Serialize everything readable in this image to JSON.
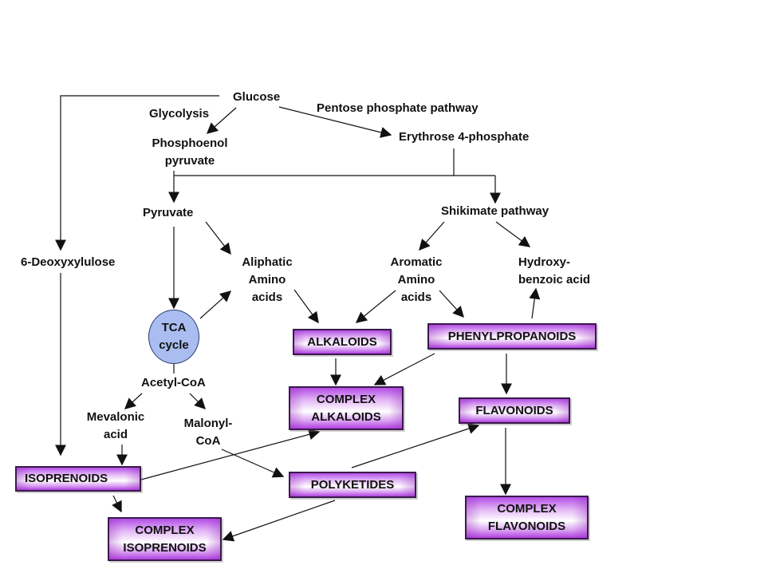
{
  "colors": {
    "box_purple": "#b040e0",
    "box_border": "#3a1a4a",
    "tca_fill": "#a9bdf0",
    "line": "#111111"
  },
  "labels": {
    "glucose": "Glucose",
    "glycolysis": "Glycolysis",
    "pentose": "Pentose phosphate pathway",
    "pep_1": "Phosphoenol",
    "pep_2": "pyruvate",
    "erythrose": "Erythrose 4-phosphate",
    "pyruvate": "Pyruvate",
    "shikimate": "Shikimate pathway",
    "deoxyxylulose": "6-Deoxyxylulose",
    "aliphatic_1": "Aliphatic",
    "aliphatic_2": "Amino",
    "aliphatic_3": "acids",
    "aromatic_1": "Aromatic",
    "aromatic_2": "Amino",
    "aromatic_3": "acids",
    "hydroxy_1": "Hydroxy-",
    "hydroxy_2": "benzoic acid",
    "tca_1": "TCA",
    "tca_2": "cycle",
    "acetyl": "Acetyl-CoA",
    "mevalonic_1": "Mevalonic",
    "mevalonic_2": "acid",
    "malonyl_1": "Malonyl-",
    "malonyl_2": "CoA"
  },
  "boxes": {
    "alkaloids": "ALKALOIDS",
    "phenylpropanoids": "PHENYLPROPANOIDS",
    "complex_alkaloids_1": "COMPLEX",
    "complex_alkaloids_2": "ALKALOIDS",
    "flavonoids": "FLAVONOIDS",
    "isoprenoids": "ISOPRENOIDS",
    "polyketides": "POLYKETIDES",
    "complex_isoprenoids_1": "COMPLEX",
    "complex_isoprenoids_2": "ISOPRENOIDS",
    "complex_flavonoids_1": "COMPLEX",
    "complex_flavonoids_2": "FLAVONOIDS"
  }
}
